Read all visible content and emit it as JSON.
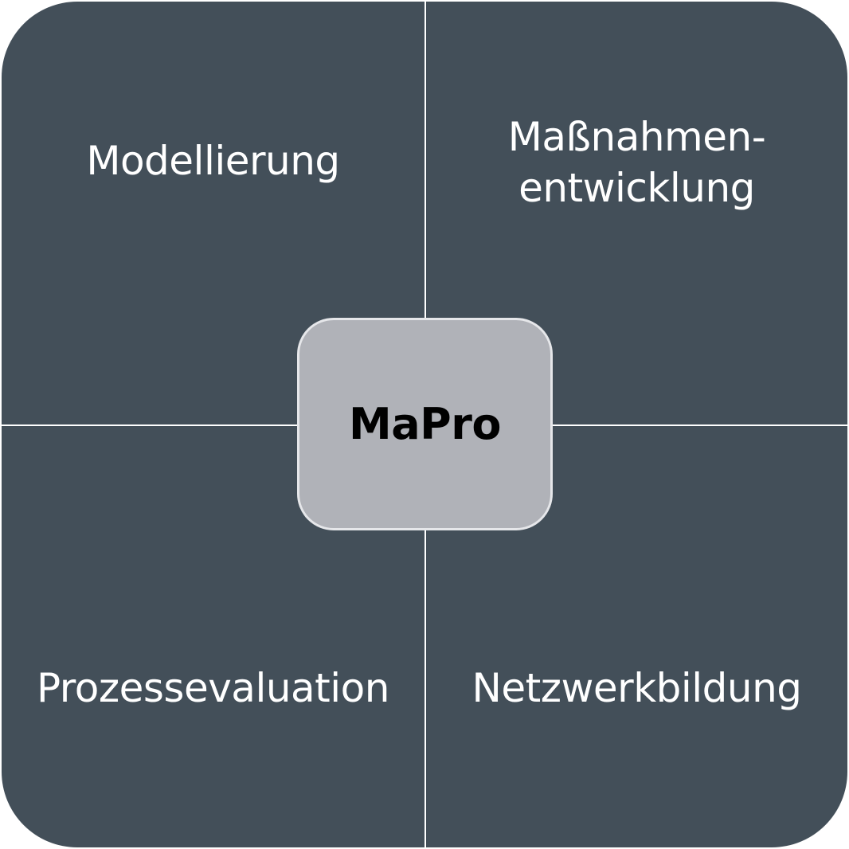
{
  "center": {
    "label": "MaPro"
  },
  "quadrants": {
    "top_left": {
      "label": "Modellierung"
    },
    "top_right": {
      "line1": "Maßnahmen-",
      "line2": "entwicklung"
    },
    "bottom_left": {
      "label": "Prozessevaluation"
    },
    "bottom_right": {
      "label": "Netzwerkbildung"
    }
  },
  "colors": {
    "quadrant_fill": "#434f59",
    "center_fill": "#b0b2b8",
    "text_light": "#ffffff",
    "text_dark": "#000000"
  }
}
